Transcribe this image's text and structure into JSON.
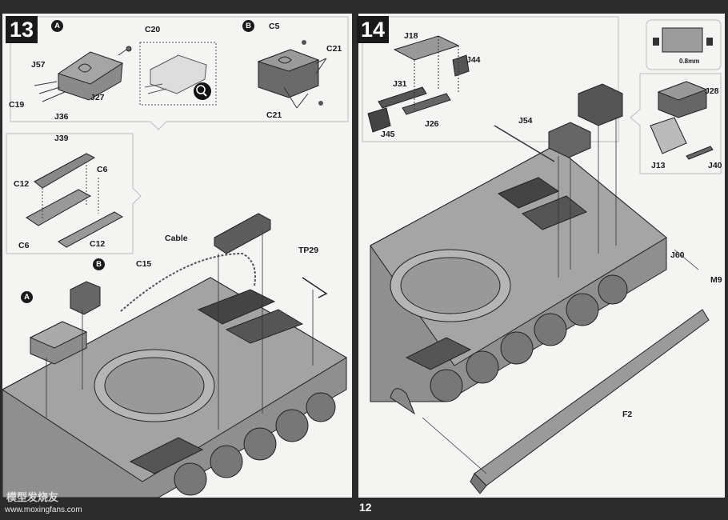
{
  "steps": {
    "left": "13",
    "right": "14"
  },
  "callouts": {
    "a": "A",
    "b": "B"
  },
  "thickness_note": "0.8mm",
  "page_number": "12",
  "watermark": {
    "site": "www.moxingfans.com",
    "brand": "模型发烧友"
  },
  "labels": {
    "c20": "C20",
    "j57": "J57",
    "j27": "J27",
    "c19": "C19",
    "j36": "J36",
    "c5": "C5",
    "c21_top": "C21",
    "c21_bottom": "C21",
    "j39": "J39",
    "c6_top": "C6",
    "c12_top": "C12",
    "c6_bottom": "C6",
    "c12_bottom": "C12",
    "cable": "Cable",
    "c15": "C15",
    "tp29": "TP29",
    "j18": "J18",
    "j44": "J44",
    "j31": "J31",
    "j26": "J26",
    "j45": "J45",
    "j54": "J54",
    "j28": "J28",
    "j13": "J13",
    "j40": "J40",
    "j60": "J60",
    "m9": "M9",
    "f2": "F2"
  }
}
